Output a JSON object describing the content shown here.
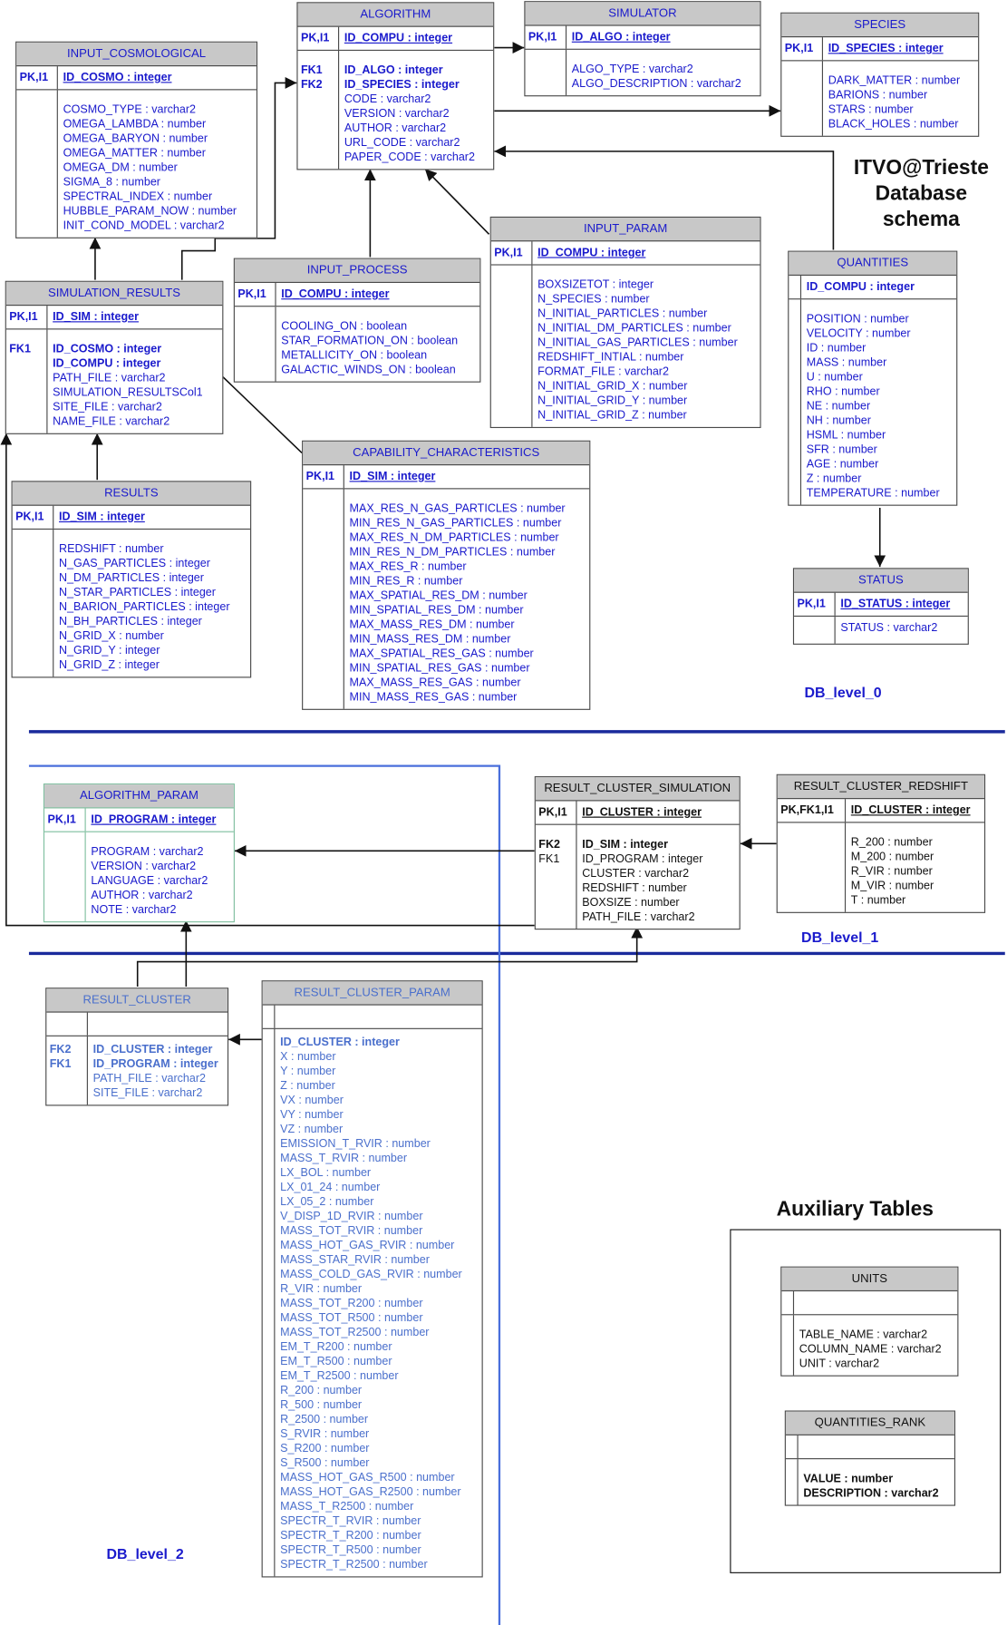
{
  "title": {
    "line1": "ITVO@Trieste",
    "line2": "Database",
    "line3": "schema"
  },
  "levels": {
    "level0": "DB_level_0",
    "level1": "DB_level_1",
    "level2": "DB_level_2"
  },
  "auxiliary": {
    "title": "Auxiliary Tables"
  },
  "tables": {
    "input_cosmological": {
      "name": "INPUT_COSMOLOGICAL",
      "pk_key": "PK,I1",
      "pk": "ID_COSMO : integer",
      "cols": [
        "COSMO_TYPE : varchar2",
        "OMEGA_LAMBDA : number",
        "OMEGA_BARYON : number",
        "OMEGA_MATTER : number",
        "OMEGA_DM : number",
        "SIGMA_8 : number",
        "SPECTRAL_INDEX : number",
        "HUBBLE_PARAM_NOW : number",
        "INIT_COND_MODEL : varchar2"
      ]
    },
    "algorithm": {
      "name": "ALGORITHM",
      "pk_key": "PK,I1",
      "pk": "ID_COMPU : integer",
      "fk_keys": [
        "FK1",
        "FK2"
      ],
      "fk": [
        "ID_ALGO : integer",
        "ID_SPECIES : integer"
      ],
      "cols": [
        "CODE : varchar2",
        "VERSION : varchar2",
        "AUTHOR : varchar2",
        "URL_CODE : varchar2",
        "PAPER_CODE : varchar2"
      ]
    },
    "simulator": {
      "name": "SIMULATOR",
      "pk_key": "PK,I1",
      "pk": "ID_ALGO : integer",
      "cols": [
        "ALGO_TYPE : varchar2",
        "ALGO_DESCRIPTION : varchar2"
      ]
    },
    "species": {
      "name": "SPECIES",
      "pk_key": "PK,I1",
      "pk": "ID_SPECIES : integer",
      "cols": [
        "DARK_MATTER : number",
        "BARIONS : number",
        "STARS : number",
        "BLACK_HOLES : number"
      ]
    },
    "simulation_results": {
      "name": "SIMULATION_RESULTS",
      "pk_key": "PK,I1",
      "pk": "ID_SIM : integer",
      "fk_keys": [
        "FK1",
        ""
      ],
      "fk": [
        "ID_COSMO : integer",
        "ID_COMPU : integer"
      ],
      "cols": [
        "PATH_FILE : varchar2",
        "SIMULATION_RESULTSCol1",
        "SITE_FILE : varchar2",
        "NAME_FILE : varchar2"
      ]
    },
    "input_process": {
      "name": "INPUT_PROCESS",
      "pk_key": "PK,I1",
      "pk": "ID_COMPU : integer",
      "cols": [
        "COOLING_ON : boolean",
        "STAR_FORMATION_ON : boolean",
        "METALLICITY_ON : boolean",
        "GALACTIC_WINDS_ON : boolean"
      ]
    },
    "input_param": {
      "name": "INPUT_PARAM",
      "pk_key": "PK,I1",
      "pk": "ID_COMPU : integer",
      "cols": [
        "BOXSIZETOT : integer",
        "N_SPECIES  : number",
        "N_INITIAL_PARTICLES : number",
        "N_INITIAL_DM_PARTICLES : number",
        "N_INITIAL_GAS_PARTICLES : number",
        "REDSHIFT_INTIAL : number",
        "FORMAT_FILE : varchar2",
        "N_INITIAL_GRID_X : number",
        "N_INITIAL_GRID_Y : number",
        "N_INITIAL_GRID_Z : number"
      ]
    },
    "quantities": {
      "name": "QUANTITIES",
      "pk": "ID_COMPU : integer",
      "cols": [
        "POSITION : number",
        "VELOCITY : number",
        "ID : number",
        "MASS : number",
        "U : number",
        "RHO : number",
        "NE : number",
        "NH : number",
        "HSML : number",
        "SFR : number",
        "AGE : number",
        "Z : number",
        "TEMPERATURE : number"
      ]
    },
    "capability_characteristics": {
      "name": "CAPABILITY_CHARACTERISTICS",
      "pk_key": "PK,I1",
      "pk": "ID_SIM : integer",
      "cols": [
        "MAX_RES_N_GAS_PARTICLES : number",
        "MIN_RES_N_GAS_PARTICLES : number",
        "MAX_RES_N_DM_PARTICLES : number",
        "MIN_RES_N_DM_PARTICLES : number",
        "MAX_RES_R : number",
        "MIN_RES_R : number",
        "MAX_SPATIAL_RES_DM : number",
        "MIN_SPATIAL_RES_DM : number",
        "MAX_MASS_RES_DM : number",
        "MIN_MASS_RES_DM : number",
        "MAX_SPATIAL_RES_GAS : number",
        "MIN_SPATIAL_RES_GAS : number",
        "MAX_MASS_RES_GAS : number",
        "MIN_MASS_RES_GAS : number"
      ]
    },
    "results": {
      "name": "RESULTS",
      "pk_key": "PK,I1",
      "pk": "ID_SIM : integer",
      "cols": [
        "REDSHIFT : number",
        "N_GAS_PARTICLES : integer",
        "N_DM_PARTICLES : integer",
        "N_STAR_PARTICLES : integer",
        "N_BARION_PARTICLES : integer",
        "N_BH_PARTICLES : integer",
        "N_GRID_X : number",
        "N_GRID_Y : integer",
        "N_GRID_Z : integer"
      ]
    },
    "status": {
      "name": "STATUS",
      "pk_key": "PK,I1",
      "pk": "ID_STATUS : integer",
      "cols": [
        "STATUS : varchar2"
      ]
    },
    "algorithm_param": {
      "name": "ALGORITHM_PARAM",
      "pk_key": "PK,I1",
      "pk": "ID_PROGRAM : integer",
      "cols": [
        "PROGRAM : varchar2",
        "VERSION : varchar2",
        "LANGUAGE : varchar2",
        "AUTHOR : varchar2",
        "NOTE : varchar2"
      ]
    },
    "result_cluster_simulation": {
      "name": "RESULT_CLUSTER_SIMULATION",
      "pk_key": "PK,I1",
      "pk": "ID_CLUSTER : integer",
      "fk_keys": [
        "FK2",
        "FK1"
      ],
      "fk": [
        "ID_SIM : integer",
        "ID_PROGRAM : integer"
      ],
      "cols": [
        "CLUSTER : varchar2",
        "REDSHIFT : number",
        "BOXSIZE : number",
        "PATH_FILE : varchar2"
      ]
    },
    "result_cluster_redshift": {
      "name": "RESULT_CLUSTER_REDSHIFT",
      "pk_key": "PK,FK1,I1",
      "pk": "ID_CLUSTER : integer",
      "cols": [
        "R_200 : number",
        "M_200 : number",
        "R_VIR : number",
        "M_VIR : number",
        "T : number"
      ]
    },
    "result_cluster": {
      "name": "RESULT_CLUSTER",
      "fk_keys": [
        "FK2",
        "FK1"
      ],
      "fk": [
        "ID_CLUSTER : integer",
        "ID_PROGRAM : integer"
      ],
      "cols": [
        "PATH_FILE : varchar2",
        "SITE_FILE : varchar2"
      ]
    },
    "result_cluster_param": {
      "name": "RESULT_CLUSTER_PARAM",
      "first": "ID_CLUSTER : integer",
      "cols": [
        "X : number",
        "Y : number",
        "Z : number",
        "VX : number",
        "VY : number",
        "VZ : number",
        "EMISSION_T_RVIR : number",
        "MASS_T_RVIR : number",
        "LX_BOL : number",
        "LX_01_24 : number",
        "LX_05_2 : number",
        "V_DISP_1D_RVIR : number",
        "MASS_TOT_RVIR : number",
        "MASS_HOT_GAS_RVIR : number",
        "MASS_STAR_RVIR : number",
        "MASS_COLD_GAS_RVIR : number",
        "R_VIR : number",
        "MASS_TOT_R200 : number",
        "MASS_TOT_R500 : number",
        "MASS_TOT_R2500 : number",
        "EM_T_R200 : number",
        "EM_T_R500 : number",
        "EM_T_R2500 : number",
        "R_200 : number",
        "R_500 : number",
        "R_2500 : number",
        "S_RVIR : number",
        "S_R200 : number",
        "S_R500 : number",
        "MASS_HOT_GAS_R500 : number",
        "MASS_HOT_GAS_R2500 : number",
        "MASS_T_R2500 : number",
        "SPECTR_T_RVIR : number",
        "SPECTR_T_R200 : number",
        "SPECTR_T_R500 : number",
        "SPECTR_T_R2500 : number"
      ]
    },
    "units": {
      "name": "UNITS",
      "cols": [
        "TABLE_NAME : varchar2",
        "COLUMN_NAME : varchar2",
        "UNIT : varchar2"
      ]
    },
    "quantities_rank": {
      "name": "QUANTITIES_RANK",
      "cols": [
        "VALUE : number",
        "DESCRIPTION : varchar2"
      ]
    }
  },
  "colors": {
    "text_blue": "#1a1acc",
    "light_blue": "#4a6fcc",
    "header_gray": "#c8c8c8",
    "divider": "#1a2a9c",
    "level2_line": "#4a6fdc",
    "green_border": "#7fbf9f"
  }
}
